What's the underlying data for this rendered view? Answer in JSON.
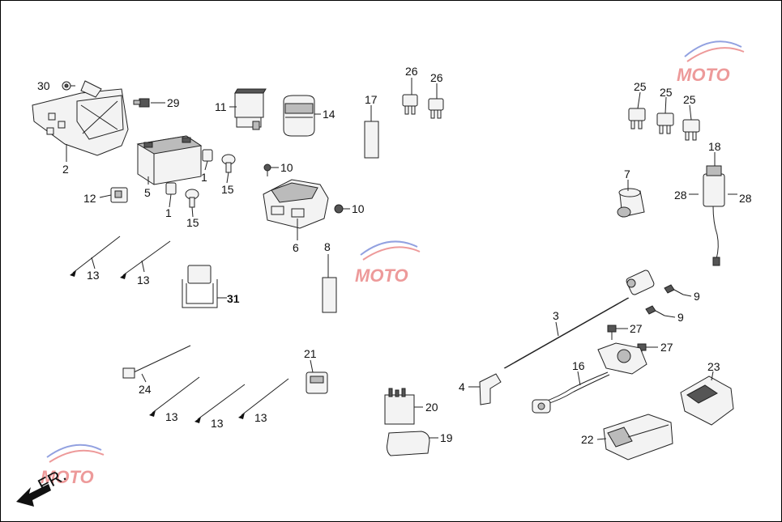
{
  "diagram": {
    "watermark_text": "MOTO",
    "direction_label": "FR.",
    "colors": {
      "watermark_red": "#e04848",
      "watermark_blue": "#3a55c8",
      "ink": "#222222"
    },
    "callouts": [
      {
        "id": "c30",
        "label": "30"
      },
      {
        "id": "c29",
        "label": "29"
      },
      {
        "id": "c2",
        "label": "2"
      },
      {
        "id": "c11",
        "label": "11"
      },
      {
        "id": "c14",
        "label": "14"
      },
      {
        "id": "c17",
        "label": "17"
      },
      {
        "id": "c26a",
        "label": "26"
      },
      {
        "id": "c26b",
        "label": "26"
      },
      {
        "id": "c25a",
        "label": "25"
      },
      {
        "id": "c25b",
        "label": "25"
      },
      {
        "id": "c25c",
        "label": "25"
      },
      {
        "id": "c18",
        "label": "18"
      },
      {
        "id": "c7",
        "label": "7"
      },
      {
        "id": "c28a",
        "label": "28"
      },
      {
        "id": "c28b",
        "label": "28"
      },
      {
        "id": "c5",
        "label": "5"
      },
      {
        "id": "c1a",
        "label": "1"
      },
      {
        "id": "c1b",
        "label": "1"
      },
      {
        "id": "c15a",
        "label": "15"
      },
      {
        "id": "c15b",
        "label": "15"
      },
      {
        "id": "c12",
        "label": "12"
      },
      {
        "id": "c10a",
        "label": "10"
      },
      {
        "id": "c10b",
        "label": "10"
      },
      {
        "id": "c6",
        "label": "6"
      },
      {
        "id": "c13a",
        "label": "13"
      },
      {
        "id": "c13b",
        "label": "13"
      },
      {
        "id": "c13c",
        "label": "13"
      },
      {
        "id": "c13d",
        "label": "13"
      },
      {
        "id": "c13e",
        "label": "13"
      },
      {
        "id": "c8",
        "label": "8"
      },
      {
        "id": "c31",
        "label": "31"
      },
      {
        "id": "c24",
        "label": "24"
      },
      {
        "id": "c21",
        "label": "21"
      },
      {
        "id": "c9a",
        "label": "9"
      },
      {
        "id": "c9b",
        "label": "9"
      },
      {
        "id": "c3",
        "label": "3"
      },
      {
        "id": "c27a",
        "label": "27"
      },
      {
        "id": "c27b",
        "label": "27"
      },
      {
        "id": "c16",
        "label": "16"
      },
      {
        "id": "c4",
        "label": "4"
      },
      {
        "id": "c20",
        "label": "20"
      },
      {
        "id": "c19",
        "label": "19"
      },
      {
        "id": "c23",
        "label": "23"
      },
      {
        "id": "c22",
        "label": "22"
      }
    ]
  }
}
